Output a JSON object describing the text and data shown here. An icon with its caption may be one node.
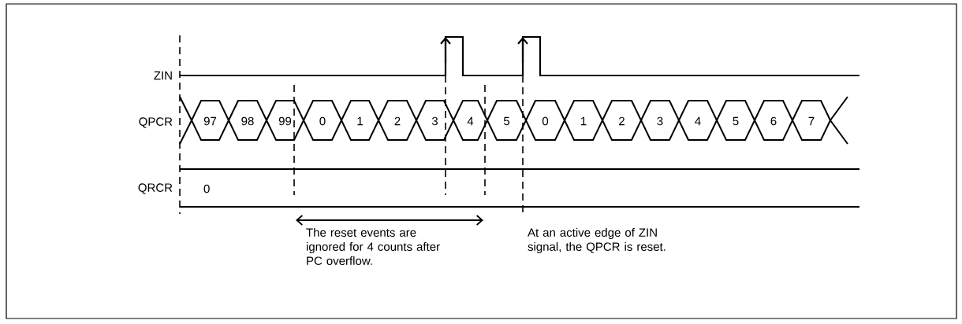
{
  "diagram": {
    "nodes": [
      {
        "text": [
          "97"
        ]
      },
      {
        "text": [
          "98"
        ]
      },
      {
        "text": [
          "99"
        ]
      },
      {
        "text": [
          "0"
        ]
      },
      {
        "text": [
          "1"
        ]
      },
      {
        "text": [
          "2"
        ]
      },
      {
        "text": [
          "3"
        ]
      },
      {
        "text": [
          "4"
        ]
      },
      {
        "text": [
          "5"
        ]
      },
      {
        "text": [
          "0"
        ]
      },
      {
        "text": [
          "1"
        ]
      },
      {
        "text": [
          "2"
        ]
      },
      {
        "text": [
          "3"
        ]
      },
      {
        "text": [
          "4"
        ]
      },
      {
        "text": [
          "5"
        ]
      },
      {
        "text": [
          "6"
        ]
      },
      {
        "text": [
          "7"
        ]
      },
      {
        "text": [
          "0"
        ]
      }
    ],
    "labels": [
      "ZIN",
      "QPCR",
      "QRCR",
      "The reset events are ignored for 4 counts after PC overflow.",
      "At an active edge of ZIN signal, the QPCR is reset."
    ]
  }
}
